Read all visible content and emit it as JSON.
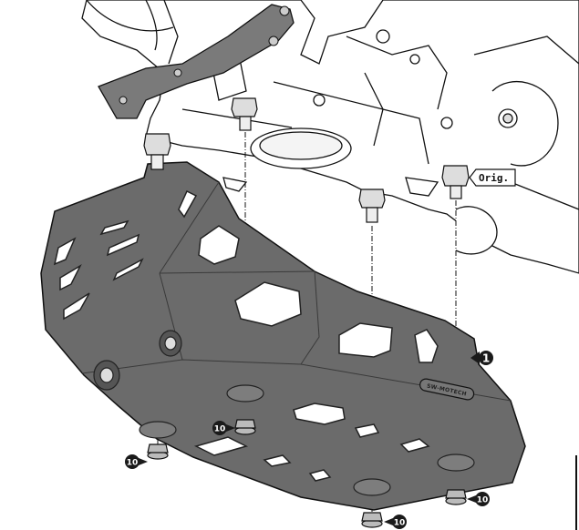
{
  "callouts": {
    "part_1": "1",
    "nut_10": "10",
    "original_label": "Orig."
  },
  "logo": "SW-MOTECH",
  "colors": {
    "plate": "#6b6b6b",
    "bracket": "#7a7a7a",
    "outline": "#111111",
    "callout": "#1a1a1a"
  }
}
